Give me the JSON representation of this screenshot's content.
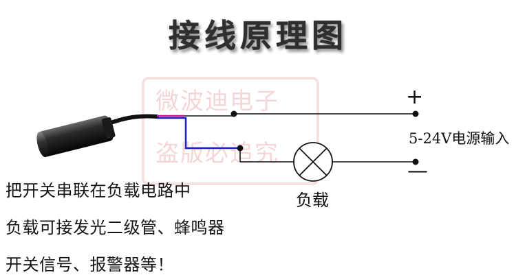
{
  "title": "接线原理图",
  "watermark": {
    "line1": "微波迪电子",
    "line2": "盗版必追究"
  },
  "terminals": {
    "positive": "+",
    "negative": "—"
  },
  "power_label": "5-24V电源输入",
  "load_label": "负载",
  "description": [
    "把开关串联在负载电路中",
    "负载可接发光二级管、蜂鸣器",
    "开关信号、报警器等！"
  ],
  "colors": {
    "brown_wire": "#c01f8f",
    "blue_wire": "#1a1ad0",
    "wire": "#111111",
    "watermark": "#cd4646"
  }
}
